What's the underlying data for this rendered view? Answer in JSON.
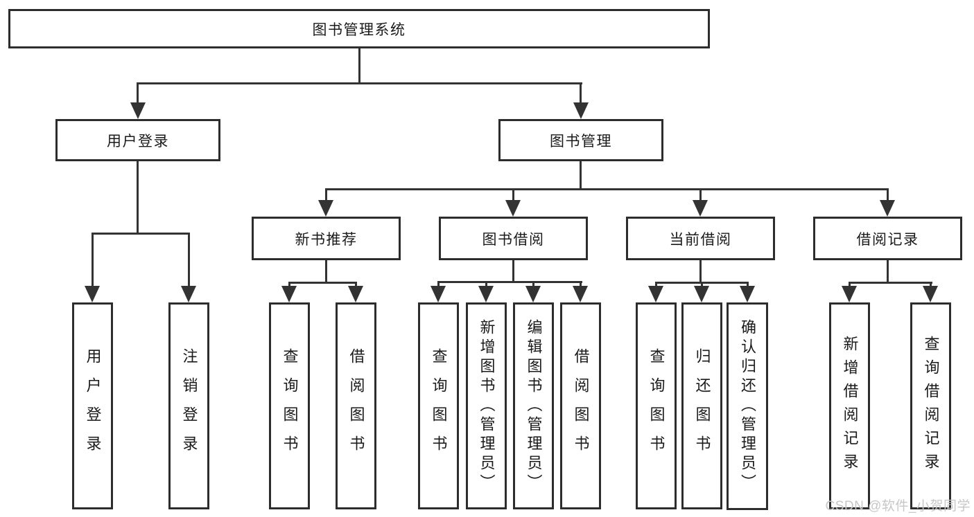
{
  "diagram": {
    "root": {
      "label": "图书管理系统"
    },
    "branches": [
      {
        "label": "用户登录",
        "children": [
          {
            "label": "用户登录"
          },
          {
            "label": "注销登录"
          }
        ]
      },
      {
        "label": "图书管理",
        "children": [
          {
            "label": "新书推荐",
            "children": [
              {
                "label": "查询图书"
              },
              {
                "label": "借阅图书"
              }
            ]
          },
          {
            "label": "图书借阅",
            "children": [
              {
                "label": "查询图书"
              },
              {
                "label": "新增图书（管理员）"
              },
              {
                "label": "编辑图书（管理员）"
              },
              {
                "label": "借阅图书"
              }
            ]
          },
          {
            "label": "当前借阅",
            "children": [
              {
                "label": "查询图书"
              },
              {
                "label": "归还图书"
              },
              {
                "label": "确认归还（管理员）"
              }
            ]
          },
          {
            "label": "借阅记录",
            "children": [
              {
                "label": "新增借阅记录"
              },
              {
                "label": "查询借阅记录"
              }
            ]
          }
        ]
      }
    ]
  },
  "watermark": "CSDN @软件_小贺同学",
  "colors": {
    "line": "#333333",
    "box_border": "#2d2d2d",
    "box_background": "#ffffff",
    "text": "#1a1a1a",
    "watermark": "#c7c7c7"
  }
}
